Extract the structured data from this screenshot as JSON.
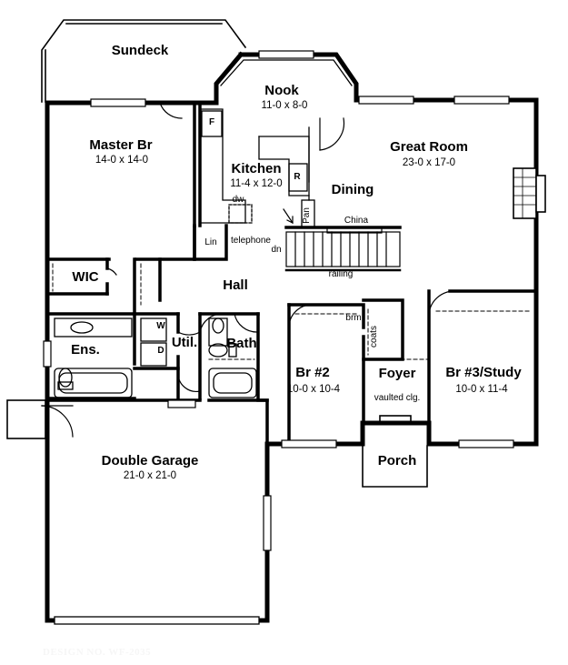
{
  "rooms": {
    "sundeck": {
      "name": "Sundeck"
    },
    "nook": {
      "name": "Nook",
      "dims": "11-0 x 8-0"
    },
    "master": {
      "name": "Master Br",
      "dims": "14-0 x 14-0"
    },
    "kitchen": {
      "name": "Kitchen",
      "dims": "11-4 x 12-0"
    },
    "great": {
      "name": "Great Room",
      "dims": "23-0 x 17-0"
    },
    "dining": {
      "name": "Dining"
    },
    "wic": {
      "name": "WIC"
    },
    "hall": {
      "name": "Hall"
    },
    "ens": {
      "name": "Ens."
    },
    "util": {
      "name": "Util."
    },
    "bath": {
      "name": "Bath"
    },
    "br2": {
      "name": "Br #2",
      "dims": "10-0 x 10-4"
    },
    "foyer": {
      "name": "Foyer"
    },
    "br3": {
      "name": "Br #3/Study",
      "dims": "10-0 x 11-4"
    },
    "garage": {
      "name": "Double Garage",
      "dims": "21-0 x 21-0"
    },
    "porch": {
      "name": "Porch"
    }
  },
  "notes": {
    "fridge": "F",
    "range": "R",
    "dw": "dw",
    "pan": "Pan",
    "china": "China",
    "lin": "Lin",
    "telephone": "telephone",
    "dn": "dn",
    "railing": "railing",
    "washer": "W",
    "dryer": "D",
    "brm": "brm",
    "coats": "coats",
    "vaulted": "vaulted clg."
  },
  "watermark": "DESIGN NO. WF-2035"
}
